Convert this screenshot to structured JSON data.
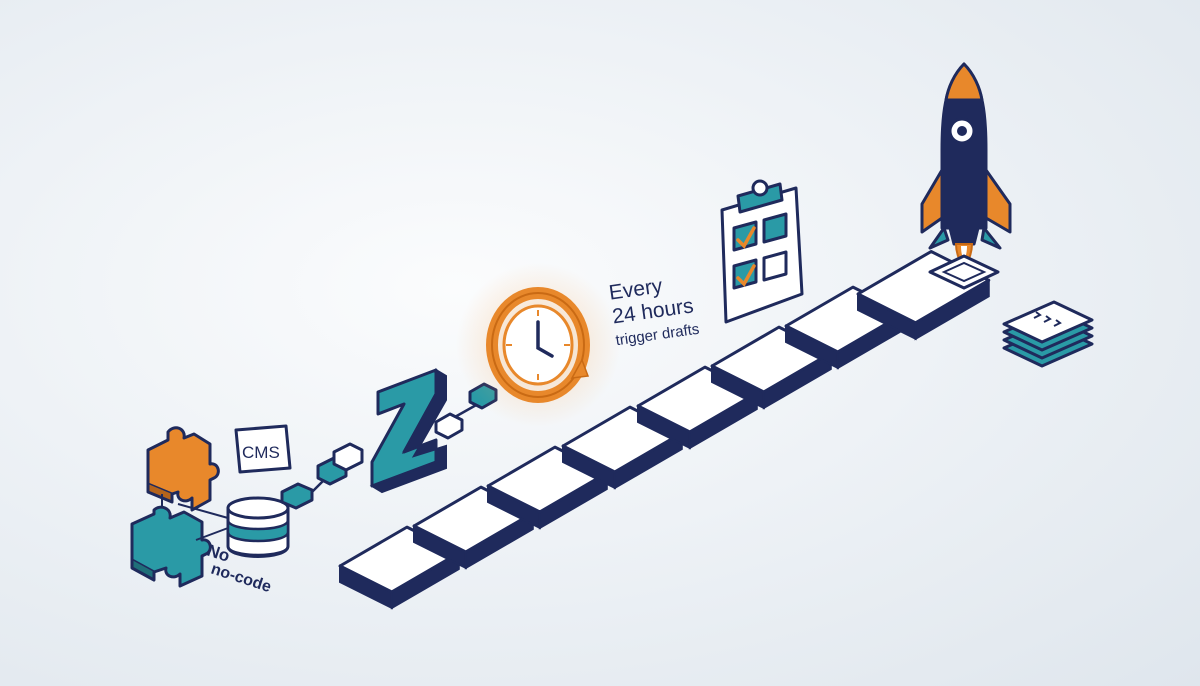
{
  "labels": {
    "cms": "CMS",
    "no": "No",
    "no_code": "no-code",
    "every": "Every",
    "hours": "24 hours",
    "trigger": "trigger drafts"
  },
  "colors": {
    "navy": "#1f2a5c",
    "teal": "#2a9aa6",
    "orange": "#e8882b",
    "white": "#ffffff",
    "background": "#eef2f6"
  },
  "icons": [
    "puzzle-piece-icon",
    "database-icon",
    "z-logo-icon",
    "clock-refresh-icon",
    "clipboard-checklist-icon",
    "rocket-icon",
    "document-stack-icon"
  ],
  "steps": {
    "count": 8
  }
}
